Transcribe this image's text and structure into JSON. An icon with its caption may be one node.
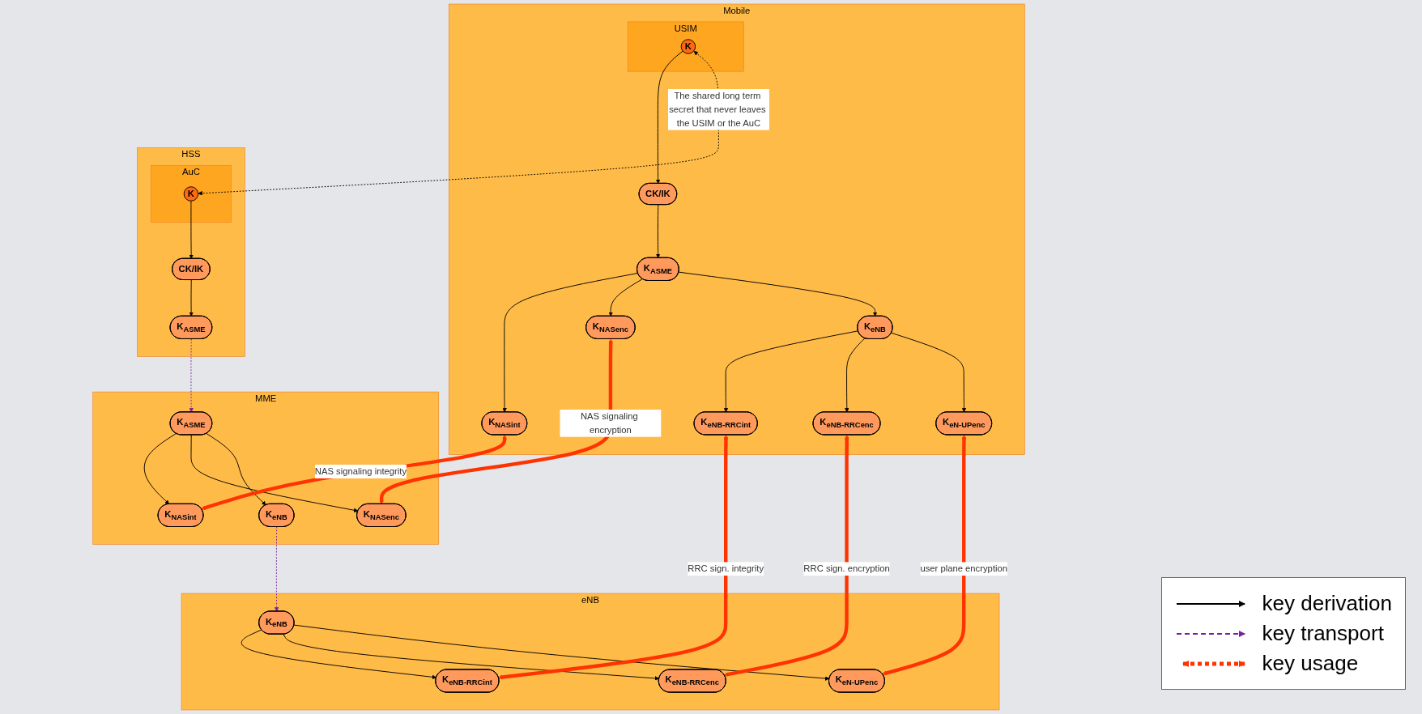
{
  "diagram": {
    "nodes": [
      {
        "text": [
          "Mobile"
        ]
      },
      {
        "text": [
          "USIM"
        ],
        "in": 0
      },
      {
        "text": [
          "K"
        ],
        "in": 1
      },
      {
        "text": [
          "CK/IK"
        ],
        "in": 0
      },
      {
        "text": [
          "K$_{ASME}$"
        ],
        "in": 0
      },
      {
        "text": [
          "K$_{NASint}$"
        ],
        "in": 0
      },
      {
        "text": [
          "K$_{NASenc}$"
        ],
        "in": 0
      },
      {
        "text": [
          "K$_{eNB}$"
        ],
        "in": 0
      },
      {
        "text": [
          "K$_{eNB-RRCint}$"
        ],
        "in": 0
      },
      {
        "text": [
          "K$_{eNB-RRCenc}$"
        ],
        "in": 0
      },
      {
        "text": [
          "K$_{eN-UPenc}$"
        ],
        "in": 0
      },
      {
        "text": [
          "eNB"
        ]
      },
      {
        "text": [
          "K$_{eNB}$"
        ],
        "in": 11
      },
      {
        "text": [
          "K$_{eNB-RRCint}$"
        ],
        "in": 11
      },
      {
        "text": [
          "K$_{eNB-RRCenc}$"
        ],
        "in": 11
      },
      {
        "text": [
          "K$_{eN-UPenc}$"
        ],
        "in": 11
      },
      {
        "text": [
          "MME"
        ]
      },
      {
        "text": [
          "K$_{ASME}$"
        ],
        "in": 16
      },
      {
        "text": [
          "K$_{NASint}$"
        ],
        "in": 16
      },
      {
        "text": [
          "K$_{NASenc}$"
        ],
        "in": 16
      },
      {
        "text": [
          "K$_{eNB}$"
        ],
        "in": 16
      },
      {
        "text": [
          "HSS"
        ]
      },
      {
        "text": [
          "AuC"
        ],
        "in": 21
      },
      {
        "text": [
          "K"
        ],
        "in": 22
      },
      {
        "text": [
          "CK/IK"
        ],
        "in": 21
      },
      {
        "text": [
          "K$_{ASME}$"
        ],
        "in": 21
      }
    ],
    "edges": [
      {
        "from": 2,
        "to": 3,
        "arrow": "to"
      },
      {
        "from": 3,
        "to": 4,
        "arrow": "to"
      },
      {
        "from": 4,
        "to": 5,
        "arrow": "to"
      },
      {
        "from": 4,
        "to": 6,
        "arrow": "to"
      },
      {
        "from": 4,
        "to": 7,
        "arrow": "to"
      },
      {
        "from": 7,
        "to": 8,
        "arrow": "to"
      },
      {
        "from": 7,
        "to": 9,
        "arrow": "to"
      },
      {
        "from": 7,
        "to": 10,
        "arrow": "to"
      },
      {
        "from": 12,
        "to": 13,
        "arrow": "to"
      },
      {
        "from": 12,
        "to": 14,
        "arrow": "to"
      },
      {
        "from": 12,
        "to": 15,
        "arrow": "to"
      },
      {
        "from": 17,
        "to": 18,
        "arrow": "to"
      },
      {
        "from": 17,
        "to": 19,
        "arrow": "to"
      },
      {
        "from": 17,
        "to": 20,
        "arrow": "to"
      },
      {
        "from": 23,
        "to": 24,
        "arrow": "to"
      },
      {
        "from": 24,
        "to": 25,
        "arrow": "to"
      },
      {
        "from": 25,
        "to": 17,
        "arrow": "to",
        "style": "dashed",
        "color": "#7a1fa2"
      },
      {
        "from": 20,
        "to": 12,
        "arrow": "to",
        "style": "dashed",
        "color": "#7a1fa2"
      },
      {
        "from": 2,
        "to": 23,
        "arrow": "both",
        "style": "dashed",
        "label": "The shared long term secret that never leaves the USIM or the AuC"
      },
      {
        "from": 5,
        "to": 18,
        "arrow": "both",
        "style": "thick",
        "color": "#ff3300",
        "label": "NAS signaling integrity"
      },
      {
        "from": 6,
        "to": 19,
        "arrow": "both",
        "style": "thick",
        "color": "#ff3300",
        "label": "NAS signaling encryption"
      },
      {
        "from": 8,
        "to": 13,
        "arrow": "both",
        "style": "thick",
        "color": "#ff3300",
        "label": "RRC sign. integrity"
      },
      {
        "from": 9,
        "to": 14,
        "arrow": "both",
        "style": "thick",
        "color": "#ff3300",
        "label": "RRC sign. encryption"
      },
      {
        "from": 10,
        "to": 15,
        "arrow": "both",
        "style": "thick",
        "color": "#ff3300",
        "label": "user plane encryption"
      }
    ],
    "legend": [
      {
        "text": "key derivation"
      },
      {
        "text": "key transport"
      },
      {
        "text": "key usage"
      }
    ]
  }
}
